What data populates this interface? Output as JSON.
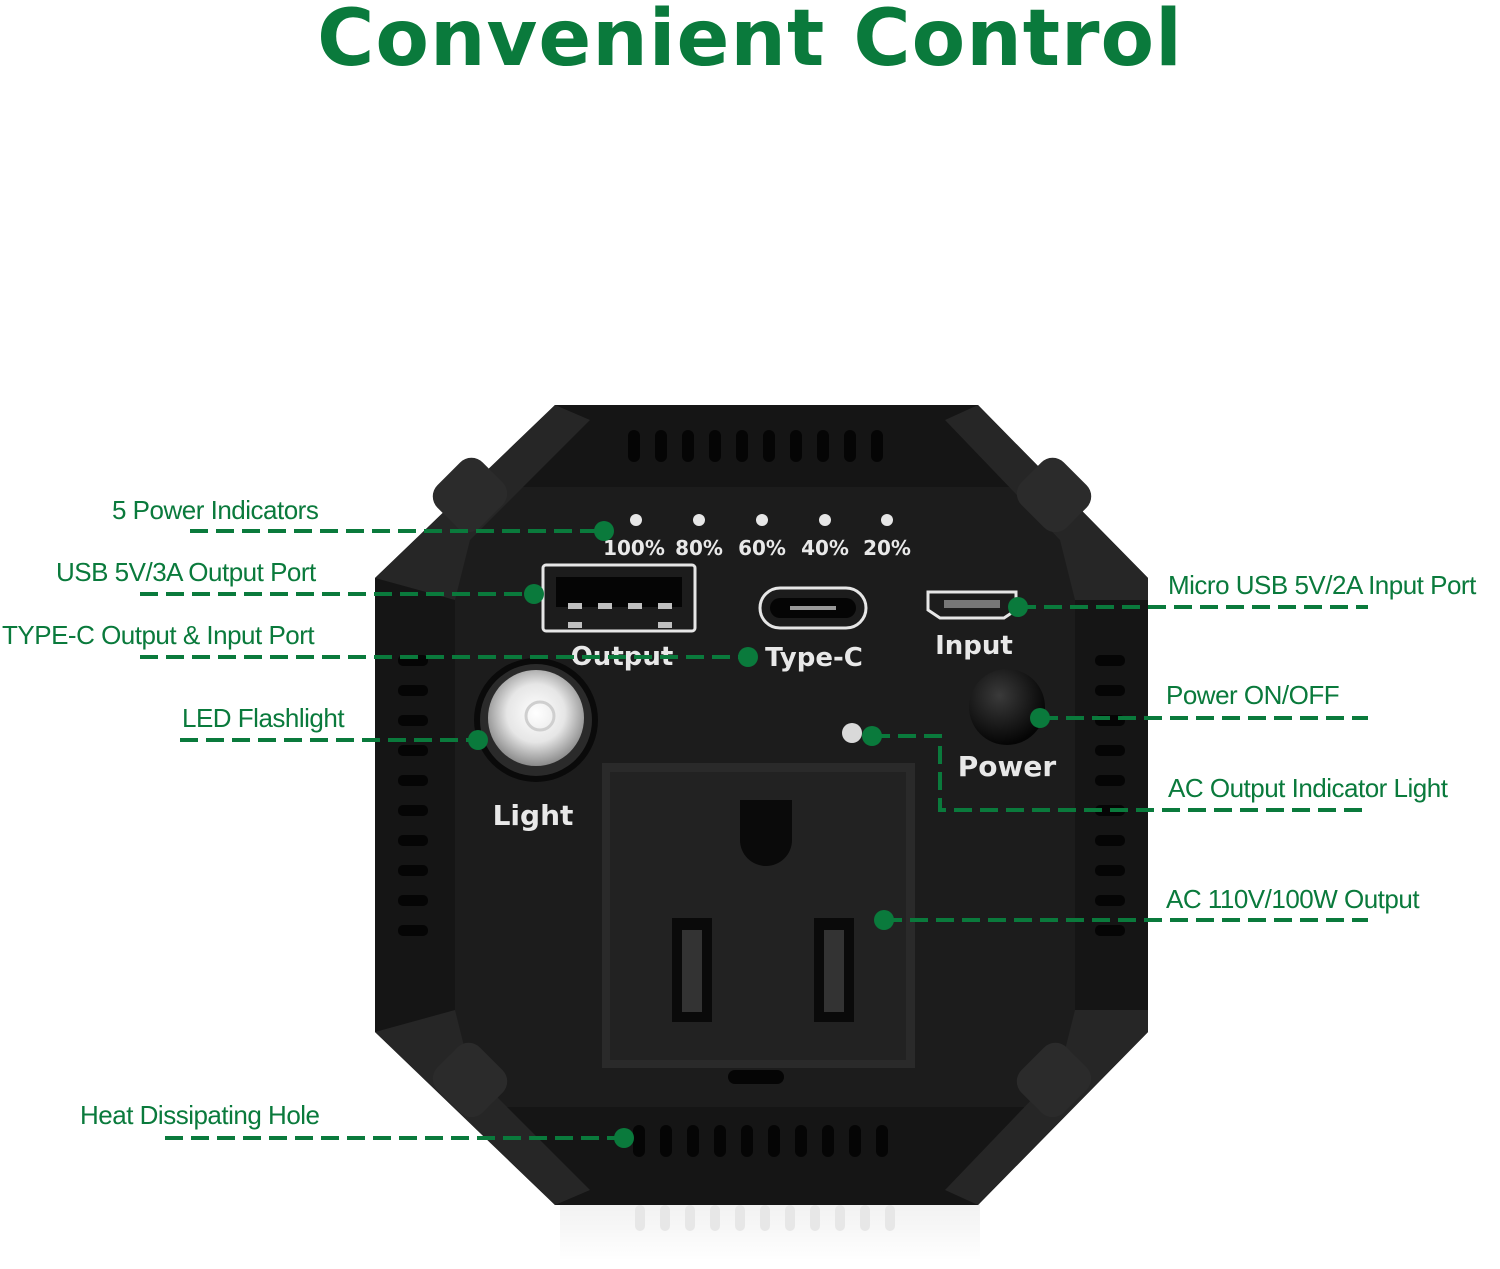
{
  "title": "Convenient Control",
  "colors": {
    "accent": "#0a7a3c",
    "device": "#161616"
  },
  "device": {
    "indicators": [
      "100%",
      "80%",
      "60%",
      "40%",
      "20%"
    ],
    "port_labels": {
      "output": "Output",
      "typec": "Type-C",
      "input": "Input",
      "light": "Light",
      "power": "Power"
    }
  },
  "callouts": {
    "power_indicators": "5 Power Indicators",
    "usb_output": "USB 5V/3A Output Port",
    "typec": "TYPE-C Output & Input Port",
    "flashlight": "LED Flashlight",
    "heat_hole": "Heat Dissipating Hole",
    "micro_usb": "Micro USB 5V/2A Input Port",
    "power_switch": "Power ON/OFF",
    "ac_indicator": "AC Output Indicator Light",
    "ac_output": "AC 110V/100W Output"
  }
}
